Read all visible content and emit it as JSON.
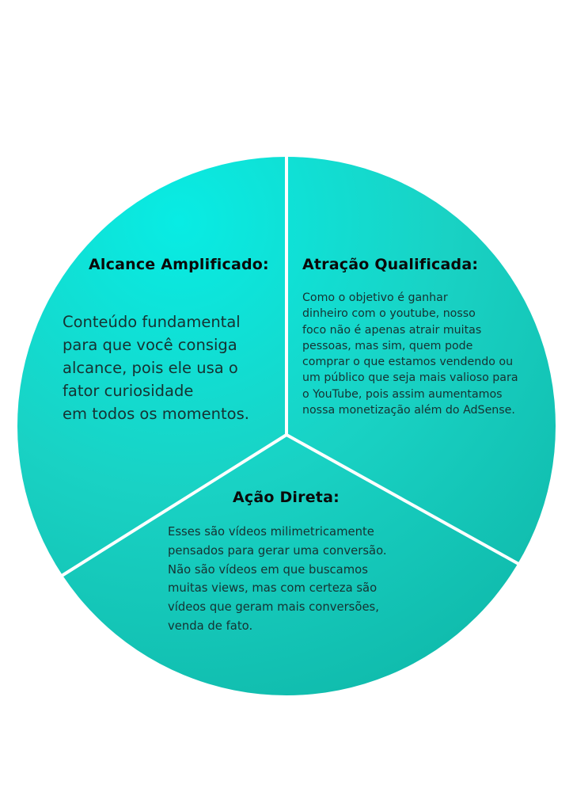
{
  "colors": {
    "top": "#08ece4",
    "mid": "#19d2c4",
    "bottom": "#0fb9aa",
    "divider": "#ffffff"
  },
  "segments": [
    {
      "title": "Alcance Amplificado:",
      "body": "Conteúdo fundamental\npara que você consiga\nalcance, pois ele usa o\nfator curiosidade\nem todos os momentos."
    },
    {
      "title": "Atração Qualificada:",
      "body": "Como o objetivo é ganhar\ndinheiro com o youtube, nosso\nfoco não é apenas atrair muitas\npessoas, mas sim, quem pode\ncomprar o que estamos vendendo ou\num público que seja mais valioso para\no YouTube, pois assim aumentamos\nnossa monetização além do AdSense."
    },
    {
      "title": "Ação Direta:",
      "body": "Esses são vídeos milimetricamente\npensados para gerar uma conversão.\nNão são vídeos em que buscamos\nmuitas views, mas com certeza são\nvídeos que geram mais conversões,\nvenda de fato."
    }
  ]
}
